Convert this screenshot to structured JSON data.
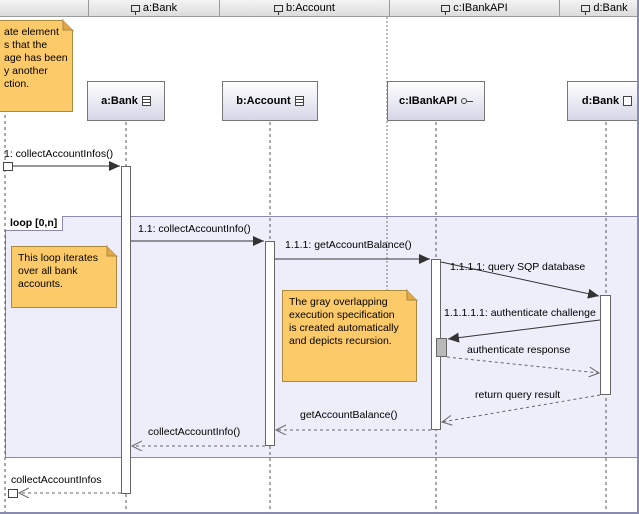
{
  "header": {
    "cells": [
      {
        "label": ""
      },
      {
        "label": "a:Bank"
      },
      {
        "label": "b:Account"
      },
      {
        "label": "c:IBankAPI"
      },
      {
        "label": "d:Bank"
      }
    ]
  },
  "lifelines": [
    {
      "name": "a:Bank",
      "glyph": "class-icon"
    },
    {
      "name": "b:Account",
      "glyph": "class-icon"
    },
    {
      "name": "c:IBankAPI",
      "glyph": "interface-icon"
    },
    {
      "name": "d:Bank",
      "glyph": "component-icon"
    }
  ],
  "notes": {
    "top_note": "ate element\ns that the\nage has been\ny another\nction.",
    "loop_note": "This loop iterates\nover all bank\naccounts.",
    "recursion_note": "The gray overlapping\nexecution specification\nis created automatically\nand depicts recursion."
  },
  "loop": {
    "label": "loop [0,n]"
  },
  "messages": {
    "m1": "1: collectAccountInfos()",
    "m1_1": "1.1: collectAccountInfo()",
    "m1_1_1": "1.1.1: getAccountBalance()",
    "m1_1_1_1": "1.1.1.1: query SQP database",
    "m1_1_1_1_1": "1.1.1.1.1: authenticate challenge",
    "r_auth": "authenticate response",
    "r_query": "return query result",
    "r_balance": "getAccountBalance()",
    "r_info": "collectAccountInfo()",
    "r_infos": "collectAccountInfos"
  },
  "colors": {
    "note_fill": "#fdca6a",
    "loop_fill": "#eeeefb",
    "activation_gray": "#b9b9b9"
  }
}
